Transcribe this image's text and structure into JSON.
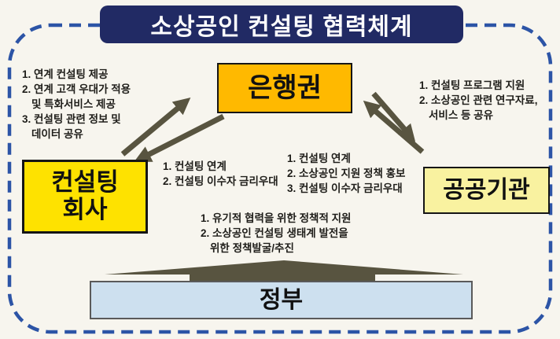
{
  "title": "소상공인 컨설팅 협력체계",
  "nodes": {
    "bank": {
      "label": "은행권",
      "bg": "#FFB900"
    },
    "consulting": {
      "lines": [
        "컨설팅",
        "회사"
      ],
      "bg": "#FEE200"
    },
    "public": {
      "label": "공공기관",
      "bg": "#F9F2A0"
    },
    "government": {
      "label": "정부",
      "bg": "#CDE0EF"
    }
  },
  "notes": {
    "consulting_bank": {
      "lines": [
        "1. 연계 컨설팅 제공",
        "2. 연계 고객 우대가 적용",
        "및 특화서비스 제공",
        "3. 컨설팅 관련 정보 및",
        "데이터 공유"
      ]
    },
    "public_bank": {
      "lines": [
        "1. 컨설팅 프로그램 지원",
        "2. 소상공인 관련 연구자료,",
        "서비스 등 공유"
      ]
    },
    "bank_consulting": {
      "lines": [
        "1. 컨설팅 연계",
        "2. 컨설팅 이수자 금리우대"
      ]
    },
    "bank_public": {
      "lines": [
        "1. 컨설팅 연계",
        "2. 소상공인 지원 정책 홍보",
        "3. 컨설팅 이수자 금리우대"
      ]
    },
    "government": {
      "lines": [
        "1. 유기적 협력을 위한 정책적 지원",
        "2. 소상공인 컨설팅 생태계 발전을",
        "위한 정책발굴/추진"
      ]
    }
  },
  "arrows": [
    {
      "between": [
        "컨설팅 회사",
        "은행권"
      ],
      "type": "bidirectional"
    },
    {
      "between": [
        "은행권",
        "공공기관"
      ],
      "type": "bidirectional"
    },
    {
      "between": [
        "정부",
        "은행권/컨설팅 회사/공공기관"
      ],
      "type": "upward-block-arrow"
    }
  ],
  "colors": {
    "background": "#F7F5EE",
    "dashed_border": "#2C54A6",
    "title_bg": "#212A64",
    "title_text": "#FFFFFF",
    "bank_bg": "#FFB900",
    "consulting_bg": "#FEE200",
    "public_bg": "#F9F2A0",
    "government_bg": "#CDE0EF",
    "arrow": "#585440",
    "note_text": "#1F1E1A"
  }
}
